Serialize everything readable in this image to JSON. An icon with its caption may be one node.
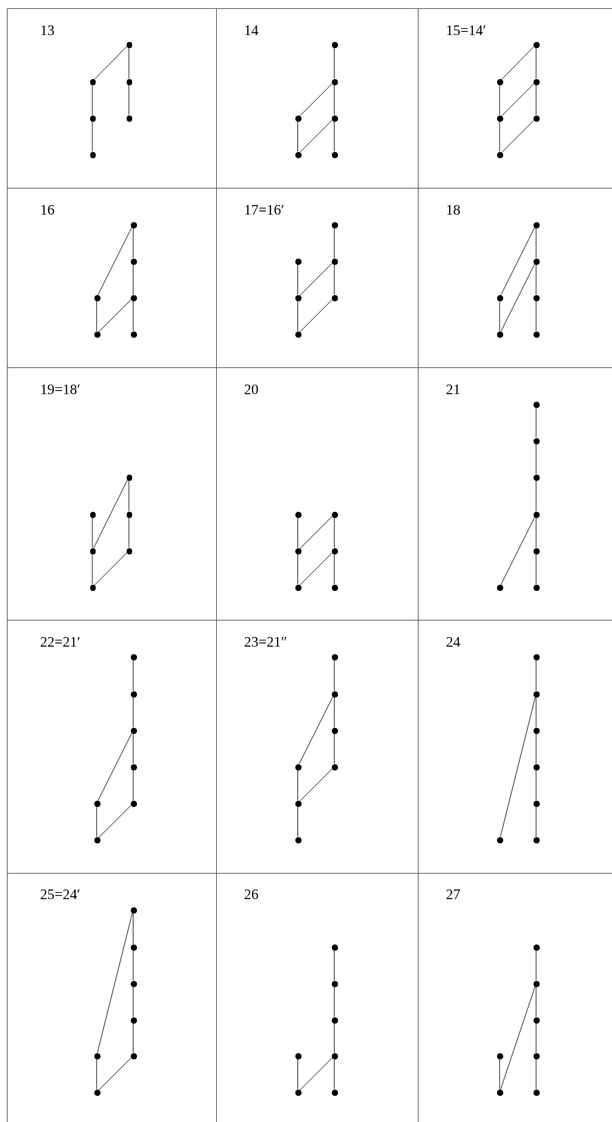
{
  "diagram": {
    "nodes": [
      {
        "text": [
          "13"
        ]
      },
      {
        "text": [],
        "shape": "circle",
        "in": 0
      },
      {
        "text": [],
        "shape": "circle",
        "in": 0
      },
      {
        "text": [],
        "shape": "circle",
        "in": 0
      },
      {
        "text": [],
        "shape": "circle",
        "in": 0
      },
      {
        "text": [],
        "shape": "circle",
        "in": 0
      },
      {
        "text": [],
        "shape": "circle",
        "in": 0
      },
      {
        "text": [
          "14"
        ]
      },
      {
        "text": [],
        "shape": "circle",
        "in": 7
      },
      {
        "text": [],
        "shape": "circle",
        "in": 7
      },
      {
        "text": [],
        "shape": "circle",
        "in": 7
      },
      {
        "text": [],
        "shape": "circle",
        "in": 7
      },
      {
        "text": [],
        "shape": "circle",
        "in": 7
      },
      {
        "text": [],
        "shape": "circle",
        "in": 7
      },
      {
        "text": [
          "15=14′"
        ]
      },
      {
        "text": [],
        "shape": "circle",
        "in": 14
      },
      {
        "text": [],
        "shape": "circle",
        "in": 14
      },
      {
        "text": [],
        "shape": "circle",
        "in": 14
      },
      {
        "text": [],
        "shape": "circle",
        "in": 14
      },
      {
        "text": [],
        "shape": "circle",
        "in": 14
      },
      {
        "text": [],
        "shape": "circle",
        "in": 14
      },
      {
        "text": [
          "16"
        ]
      },
      {
        "text": [],
        "shape": "circle",
        "in": 21
      },
      {
        "text": [],
        "shape": "circle",
        "in": 21
      },
      {
        "text": [],
        "shape": "circle",
        "in": 21
      },
      {
        "text": [],
        "shape": "circle",
        "in": 21
      },
      {
        "text": [],
        "shape": "circle",
        "in": 21
      },
      {
        "text": [],
        "shape": "circle",
        "in": 21
      },
      {
        "text": [
          "17=16′"
        ]
      },
      {
        "text": [],
        "shape": "circle",
        "in": 28
      },
      {
        "text": [],
        "shape": "circle",
        "in": 28
      },
      {
        "text": [],
        "shape": "circle",
        "in": 28
      },
      {
        "text": [],
        "shape": "circle",
        "in": 28
      },
      {
        "text": [],
        "shape": "circle",
        "in": 28
      },
      {
        "text": [],
        "shape": "circle",
        "in": 28
      },
      {
        "text": [
          "18"
        ]
      },
      {
        "text": [],
        "shape": "circle",
        "in": 35
      },
      {
        "text": [],
        "shape": "circle",
        "in": 35
      },
      {
        "text": [],
        "shape": "circle",
        "in": 35
      },
      {
        "text": [],
        "shape": "circle",
        "in": 35
      },
      {
        "text": [],
        "shape": "circle",
        "in": 35
      },
      {
        "text": [],
        "shape": "circle",
        "in": 35
      },
      {
        "text": [
          "19=18′"
        ]
      },
      {
        "text": [],
        "shape": "circle",
        "in": 42
      },
      {
        "text": [],
        "shape": "circle",
        "in": 42
      },
      {
        "text": [],
        "shape": "circle",
        "in": 42
      },
      {
        "text": [],
        "shape": "circle",
        "in": 42
      },
      {
        "text": [],
        "shape": "circle",
        "in": 42
      },
      {
        "text": [],
        "shape": "circle",
        "in": 42
      },
      {
        "text": [
          "20"
        ]
      },
      {
        "text": [],
        "shape": "circle",
        "in": 49
      },
      {
        "text": [],
        "shape": "circle",
        "in": 49
      },
      {
        "text": [],
        "shape": "circle",
        "in": 49
      },
      {
        "text": [],
        "shape": "circle",
        "in": 49
      },
      {
        "text": [],
        "shape": "circle",
        "in": 49
      },
      {
        "text": [],
        "shape": "circle",
        "in": 49
      },
      {
        "text": [
          "21"
        ]
      },
      {
        "text": [],
        "shape": "circle",
        "in": 56
      },
      {
        "text": [],
        "shape": "circle",
        "in": 56
      },
      {
        "text": [],
        "shape": "circle",
        "in": 56
      },
      {
        "text": [],
        "shape": "circle",
        "in": 56
      },
      {
        "text": [],
        "shape": "circle",
        "in": 56
      },
      {
        "text": [],
        "shape": "circle",
        "in": 56
      },
      {
        "text": [],
        "shape": "circle",
        "in": 56
      },
      {
        "text": [
          "22=21′"
        ]
      },
      {
        "text": [],
        "shape": "circle",
        "in": 64
      },
      {
        "text": [],
        "shape": "circle",
        "in": 64
      },
      {
        "text": [],
        "shape": "circle",
        "in": 64
      },
      {
        "text": [],
        "shape": "circle",
        "in": 64
      },
      {
        "text": [],
        "shape": "circle",
        "in": 64
      },
      {
        "text": [],
        "shape": "circle",
        "in": 64
      },
      {
        "text": [],
        "shape": "circle",
        "in": 64
      },
      {
        "text": [
          "23=21″"
        ]
      },
      {
        "text": [],
        "shape": "circle",
        "in": 72
      },
      {
        "text": [],
        "shape": "circle",
        "in": 72
      },
      {
        "text": [],
        "shape": "circle",
        "in": 72
      },
      {
        "text": [],
        "shape": "circle",
        "in": 72
      },
      {
        "text": [],
        "shape": "circle",
        "in": 72
      },
      {
        "text": [],
        "shape": "circle",
        "in": 72
      },
      {
        "text": [],
        "shape": "circle",
        "in": 72
      },
      {
        "text": [
          "24"
        ]
      },
      {
        "text": [],
        "shape": "circle",
        "in": 80
      },
      {
        "text": [],
        "shape": "circle",
        "in": 80
      },
      {
        "text": [],
        "shape": "circle",
        "in": 80
      },
      {
        "text": [],
        "shape": "circle",
        "in": 80
      },
      {
        "text": [],
        "shape": "circle",
        "in": 80
      },
      {
        "text": [],
        "shape": "circle",
        "in": 80
      },
      {
        "text": [],
        "shape": "circle",
        "in": 80
      },
      {
        "text": [
          "25=24′"
        ]
      },
      {
        "text": [],
        "shape": "circle",
        "in": 88
      },
      {
        "text": [],
        "shape": "circle",
        "in": 88
      },
      {
        "text": [],
        "shape": "circle",
        "in": 88
      },
      {
        "text": [],
        "shape": "circle",
        "in": 88
      },
      {
        "text": [],
        "shape": "circle",
        "in": 88
      },
      {
        "text": [],
        "shape": "circle",
        "in": 88
      },
      {
        "text": [],
        "shape": "circle",
        "in": 88
      },
      {
        "text": [
          "26"
        ]
      },
      {
        "text": [],
        "shape": "circle",
        "in": 96
      },
      {
        "text": [],
        "shape": "circle",
        "in": 96
      },
      {
        "text": [],
        "shape": "circle",
        "in": 96
      },
      {
        "text": [],
        "shape": "circle",
        "in": 96
      },
      {
        "text": [],
        "shape": "circle",
        "in": 96
      },
      {
        "text": [],
        "shape": "circle",
        "in": 96
      },
      {
        "text": [],
        "shape": "circle",
        "in": 96
      },
      {
        "text": [
          "27"
        ]
      },
      {
        "text": [],
        "shape": "circle",
        "in": 104
      },
      {
        "text": [],
        "shape": "circle",
        "in": 104
      },
      {
        "text": [],
        "shape": "circle",
        "in": 104
      },
      {
        "text": [],
        "shape": "circle",
        "in": 104
      },
      {
        "text": [],
        "shape": "circle",
        "in": 104
      },
      {
        "text": [],
        "shape": "circle",
        "in": 104
      },
      {
        "text": [],
        "shape": "circle",
        "in": 104
      }
    ],
    "edges": [
      {
        "from": 1,
        "to": 2,
        "arrow": "none"
      },
      {
        "from": 1,
        "to": 3,
        "arrow": "none"
      },
      {
        "from": 3,
        "to": 5,
        "arrow": "none"
      },
      {
        "from": 2,
        "to": 4,
        "arrow": "none"
      },
      {
        "from": 4,
        "to": 6,
        "arrow": "none"
      },
      {
        "from": 8,
        "to": 9,
        "arrow": "none"
      },
      {
        "from": 9,
        "to": 10,
        "arrow": "none"
      },
      {
        "from": 9,
        "to": 11,
        "arrow": "none"
      },
      {
        "from": 10,
        "to": 12,
        "arrow": "none"
      },
      {
        "from": 11,
        "to": 12,
        "arrow": "none"
      },
      {
        "from": 11,
        "to": 13,
        "arrow": "none"
      },
      {
        "from": 15,
        "to": 16,
        "arrow": "none"
      },
      {
        "from": 15,
        "to": 17,
        "arrow": "none"
      },
      {
        "from": 16,
        "to": 18,
        "arrow": "none"
      },
      {
        "from": 17,
        "to": 18,
        "arrow": "none"
      },
      {
        "from": 17,
        "to": 19,
        "arrow": "none"
      },
      {
        "from": 18,
        "to": 20,
        "arrow": "none"
      },
      {
        "from": 19,
        "to": 20,
        "arrow": "none"
      },
      {
        "from": 22,
        "to": 23,
        "arrow": "none"
      },
      {
        "from": 22,
        "to": 24,
        "arrow": "none"
      },
      {
        "from": 23,
        "to": 25,
        "arrow": "none"
      },
      {
        "from": 24,
        "to": 26,
        "arrow": "none"
      },
      {
        "from": 25,
        "to": 26,
        "arrow": "none"
      },
      {
        "from": 25,
        "to": 27,
        "arrow": "none"
      },
      {
        "from": 29,
        "to": 31,
        "arrow": "none"
      },
      {
        "from": 30,
        "to": 32,
        "arrow": "none"
      },
      {
        "from": 31,
        "to": 32,
        "arrow": "none"
      },
      {
        "from": 31,
        "to": 33,
        "arrow": "none"
      },
      {
        "from": 32,
        "to": 34,
        "arrow": "none"
      },
      {
        "from": 33,
        "to": 34,
        "arrow": "none"
      },
      {
        "from": 36,
        "to": 37,
        "arrow": "none"
      },
      {
        "from": 36,
        "to": 38,
        "arrow": "none"
      },
      {
        "from": 37,
        "to": 40,
        "arrow": "none"
      },
      {
        "from": 37,
        "to": 39,
        "arrow": "none"
      },
      {
        "from": 38,
        "to": 40,
        "arrow": "none"
      },
      {
        "from": 39,
        "to": 41,
        "arrow": "none"
      },
      {
        "from": 43,
        "to": 45,
        "arrow": "none"
      },
      {
        "from": 43,
        "to": 46,
        "arrow": "none"
      },
      {
        "from": 44,
        "to": 46,
        "arrow": "none"
      },
      {
        "from": 45,
        "to": 47,
        "arrow": "none"
      },
      {
        "from": 46,
        "to": 48,
        "arrow": "none"
      },
      {
        "from": 47,
        "to": 48,
        "arrow": "none"
      },
      {
        "from": 50,
        "to": 52,
        "arrow": "none"
      },
      {
        "from": 51,
        "to": 52,
        "arrow": "none"
      },
      {
        "from": 51,
        "to": 53,
        "arrow": "none"
      },
      {
        "from": 52,
        "to": 54,
        "arrow": "none"
      },
      {
        "from": 53,
        "to": 54,
        "arrow": "none"
      },
      {
        "from": 53,
        "to": 55,
        "arrow": "none"
      },
      {
        "from": 57,
        "to": 58,
        "arrow": "none"
      },
      {
        "from": 58,
        "to": 59,
        "arrow": "none"
      },
      {
        "from": 59,
        "to": 60,
        "arrow": "none"
      },
      {
        "from": 60,
        "to": 61,
        "arrow": "none"
      },
      {
        "from": 61,
        "to": 63,
        "arrow": "none"
      },
      {
        "from": 60,
        "to": 62,
        "arrow": "none"
      },
      {
        "from": 65,
        "to": 66,
        "arrow": "none"
      },
      {
        "from": 66,
        "to": 67,
        "arrow": "none"
      },
      {
        "from": 67,
        "to": 68,
        "arrow": "none"
      },
      {
        "from": 68,
        "to": 70,
        "arrow": "none"
      },
      {
        "from": 67,
        "to": 69,
        "arrow": "none"
      },
      {
        "from": 69,
        "to": 71,
        "arrow": "none"
      },
      {
        "from": 70,
        "to": 71,
        "arrow": "none"
      },
      {
        "from": 73,
        "to": 74,
        "arrow": "none"
      },
      {
        "from": 74,
        "to": 75,
        "arrow": "none"
      },
      {
        "from": 75,
        "to": 77,
        "arrow": "none"
      },
      {
        "from": 74,
        "to": 76,
        "arrow": "none"
      },
      {
        "from": 76,
        "to": 78,
        "arrow": "none"
      },
      {
        "from": 77,
        "to": 78,
        "arrow": "none"
      },
      {
        "from": 78,
        "to": 79,
        "arrow": "none"
      },
      {
        "from": 81,
        "to": 82,
        "arrow": "none"
      },
      {
        "from": 82,
        "to": 83,
        "arrow": "none"
      },
      {
        "from": 83,
        "to": 84,
        "arrow": "none"
      },
      {
        "from": 84,
        "to": 85,
        "arrow": "none"
      },
      {
        "from": 85,
        "to": 87,
        "arrow": "none"
      },
      {
        "from": 82,
        "to": 86,
        "arrow": "none"
      },
      {
        "from": 89,
        "to": 90,
        "arrow": "none"
      },
      {
        "from": 90,
        "to": 91,
        "arrow": "none"
      },
      {
        "from": 91,
        "to": 92,
        "arrow": "none"
      },
      {
        "from": 92,
        "to": 94,
        "arrow": "none"
      },
      {
        "from": 89,
        "to": 93,
        "arrow": "none"
      },
      {
        "from": 93,
        "to": 95,
        "arrow": "none"
      },
      {
        "from": 94,
        "to": 95,
        "arrow": "none"
      },
      {
        "from": 97,
        "to": 98,
        "arrow": "none"
      },
      {
        "from": 98,
        "to": 99,
        "arrow": "none"
      },
      {
        "from": 99,
        "to": 101,
        "arrow": "none"
      },
      {
        "from": 101,
        "to": 103,
        "arrow": "none"
      },
      {
        "from": 100,
        "to": 102,
        "arrow": "none"
      },
      {
        "from": 101,
        "to": 102,
        "arrow": "none"
      },
      {
        "from": 105,
        "to": 106,
        "arrow": "none"
      },
      {
        "from": 106,
        "to": 107,
        "arrow": "none"
      },
      {
        "from": 107,
        "to": 109,
        "arrow": "none"
      },
      {
        "from": 109,
        "to": 111,
        "arrow": "none"
      },
      {
        "from": 106,
        "to": 110,
        "arrow": "none"
      },
      {
        "from": 108,
        "to": 110,
        "arrow": "none"
      }
    ]
  }
}
